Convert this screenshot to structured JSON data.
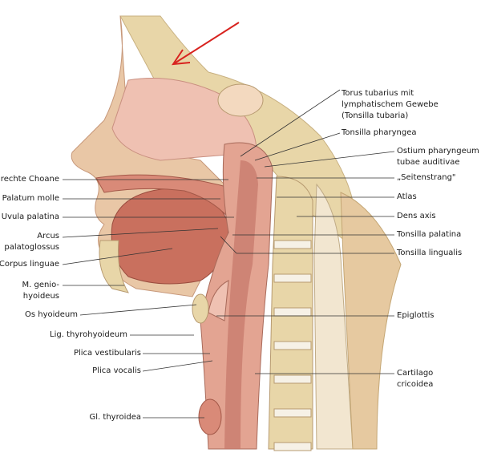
{
  "colors": {
    "bone": "#e8d6a8",
    "tissue": "#e3a492",
    "muscle": "#c9705e",
    "mucosa": "#efc1b2",
    "arrow": "#d8231f",
    "line": "#333333"
  },
  "labels_right": {
    "torus_1": "Torus tubarius mit",
    "torus_2": "lymphatischem Gewebe",
    "torus_3": "(Tonsilla tubaria)",
    "tonsilla_pharyngea": "Tonsilla pharyngea",
    "ostium_1": "Ostium pharyngeum",
    "ostium_2": "tubae auditivae",
    "seitenstrang": "„Seitenstrang\"",
    "atlas": "Atlas",
    "dens_axis": "Dens axis",
    "tonsilla_palatina": "Tonsilla palatina",
    "tonsilla_lingualis": "Tonsilla lingualis",
    "epiglottis": "Epiglottis",
    "cartilago_1": "Cartilago",
    "cartilago_2": "cricoidea"
  },
  "labels_left": {
    "rechte_choane": "rechte Choane",
    "palatum_molle": "Palatum molle",
    "uvula_palatina": "Uvula palatina",
    "arcus_1": "Arcus",
    "arcus_2": "palatoglossus",
    "corpus_linguae": "Corpus linguae",
    "genio_1": "M. genio-",
    "genio_2": "hyoideus",
    "os_hyoideum": "Os hyoideum",
    "lig_thyrohyoideum": "Lig. thyrohyoideum",
    "plica_vestibularis": "Plica vestibularis",
    "plica_vocalis": "Plica vocalis",
    "gl_thyroidea": "Gl. thyroidea"
  }
}
